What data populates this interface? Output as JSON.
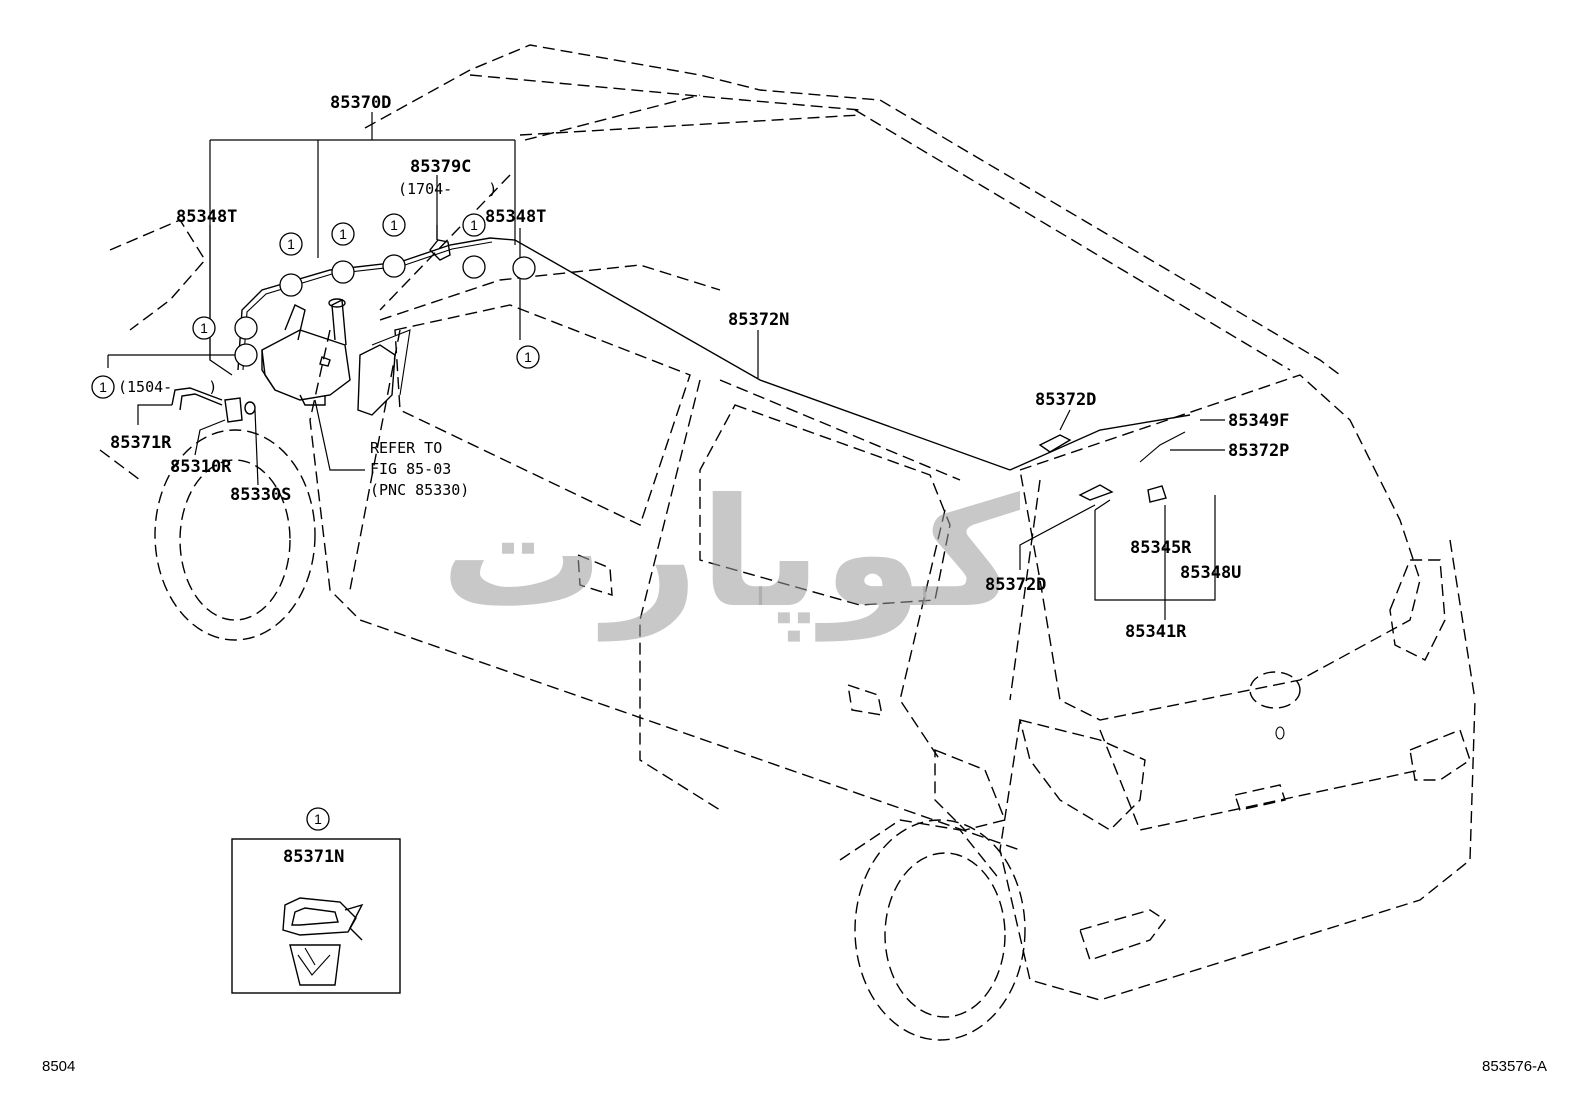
{
  "watermark": "کوپارت",
  "callouts": {
    "p85370D": "85370D",
    "p85379C": "85379C",
    "p85379C_range": "(1704-    )",
    "p85348T_left": "85348T",
    "p85348T_right": "85348T",
    "range_1504": "(1504-    )",
    "p85371R": "85371R",
    "p85310R": "85310R",
    "p85330S": "85330S",
    "refer1": "REFER TO",
    "refer2": "FIG 85-03",
    "refer3": "(PNC 85330)",
    "p85372N": "85372N",
    "p85372D_top": "85372D",
    "p85349F": "85349F",
    "p85372P": "85372P",
    "p85345R": "85345R",
    "p85348U": "85348U",
    "p85341R": "85341R",
    "p85372D_bottom": "85372D",
    "p85371N": "85371N"
  },
  "circle_marker": "1",
  "footer": {
    "left_code": "8504",
    "right_code": "853576-A"
  }
}
